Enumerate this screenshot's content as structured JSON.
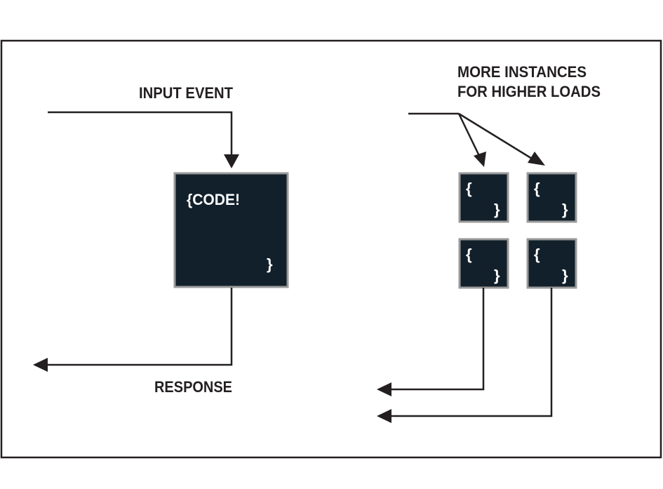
{
  "labels": {
    "input_event": "INPUT EVENT",
    "response": "RESPONSE",
    "more_instances_line1": "MORE INSTANCES",
    "more_instances_line2": "FOR HIGHER LOADS"
  },
  "single_function": {
    "open": "{CODE!",
    "close": "}"
  },
  "instances": [
    {
      "open": "{",
      "close": "}"
    },
    {
      "open": "{",
      "close": "}"
    },
    {
      "open": "{",
      "close": "}"
    },
    {
      "open": "{",
      "close": "}"
    }
  ],
  "colors": {
    "box_fill": "#12202b",
    "box_border": "#9a9a9a",
    "line": "#231f20"
  }
}
